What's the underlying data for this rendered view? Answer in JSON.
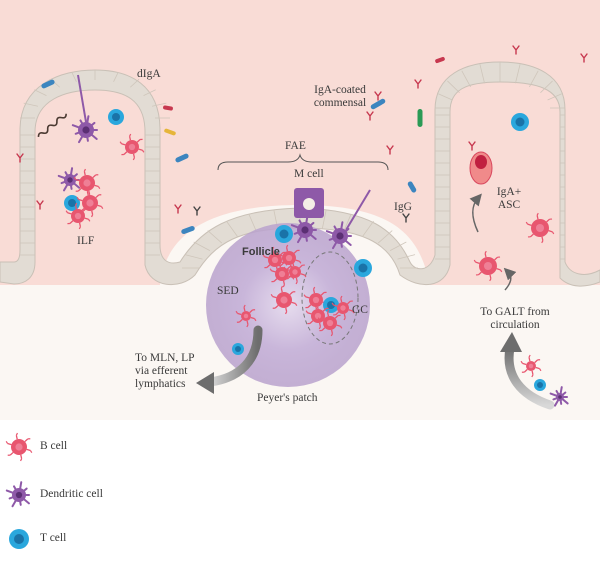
{
  "labels": {
    "dlga": "dIgA",
    "iga_coated": "IgA-coated\ncommensal",
    "fae": "FAE",
    "m_cell": "M cell",
    "igg": "IgG",
    "iga_asc": "IgA+\nASC",
    "ilf": "ILF",
    "follicle": "Follicle",
    "sed": "SED",
    "gc": "GC",
    "to_mln": "To MLN, LP\nvia efferent\nlymphatics",
    "peyers_patch": "Peyer's patch",
    "to_galt": "To GALT from\ncirculation"
  },
  "legend": [
    {
      "label": "B cell",
      "icon": "b-cell-icon"
    },
    {
      "label": "Dendritic cell",
      "icon": "dendritic-cell-icon"
    },
    {
      "label": "T cell",
      "icon": "t-cell-icon"
    }
  ],
  "colors": {
    "lumen": "#f9dcd6",
    "epithelium": "#e2dcd4",
    "tissue": "#fbf7f3",
    "peyers_patch": "#b9a2cd",
    "b_cell": "#e8566f",
    "dendritic_cell": "#8e59a8",
    "t_cell": "#2aa7dd",
    "arrow": "#6d6d6d"
  }
}
